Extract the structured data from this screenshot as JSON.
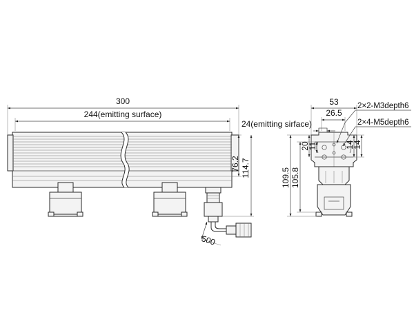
{
  "front_view": {
    "dims": {
      "overall_length": "300",
      "emitting_length": "244(emitting surface)",
      "height_a": "76.2",
      "height_b": "114.7",
      "cable_length": "500"
    }
  },
  "side_view": {
    "dims": {
      "overall_width": "53",
      "inner_width": "26.5",
      "emitting_width": "24(emitting sirface)",
      "height_total": "109.5",
      "height_mount": "105.8",
      "dim_20": "20",
      "dim_11": "11",
      "dim_14a": "14",
      "dim_14b": "14"
    },
    "notes": {
      "m3": "2×2-M3depth6",
      "m5": "2×4-M5depth6"
    }
  }
}
